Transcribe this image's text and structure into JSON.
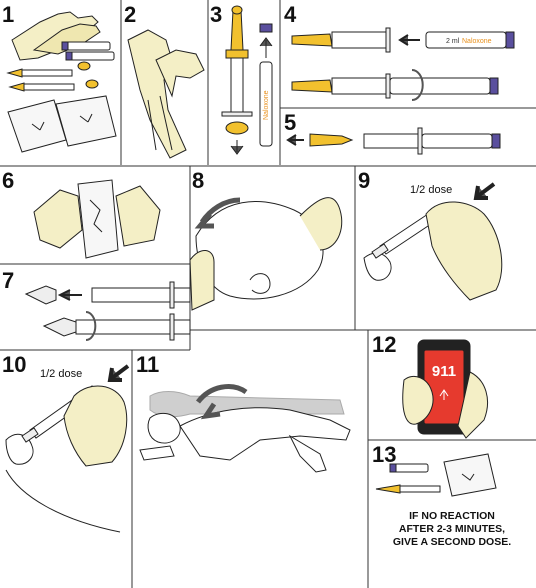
{
  "steps": {
    "s1": "1",
    "s2": "2",
    "s3": "3",
    "s4": "4",
    "s5": "5",
    "s6": "6",
    "s7": "7",
    "s8": "8",
    "s9": "9",
    "s10": "10",
    "s11": "11",
    "s12": "12",
    "s13": "13"
  },
  "labels": {
    "vial_volume": "2 ml",
    "vial_drug": "Naloxone",
    "half_dose_9": "1/2 dose",
    "half_dose_10": "1/2 dose",
    "emergency_number": "911"
  },
  "final_note": {
    "line1": "IF NO REACTION",
    "line2": "AFTER 2-3 MINUTES,",
    "line3": "GIVE A SECOND DOSE."
  },
  "colors": {
    "cap_yellow": "#f2c12e",
    "glove": "#f4efc6",
    "phone_red": "#e63a2e",
    "vial_purple": "#5a4f9e",
    "outline": "#222222",
    "arrow_grey": "#555555",
    "drug_orange": "#e8901c"
  }
}
